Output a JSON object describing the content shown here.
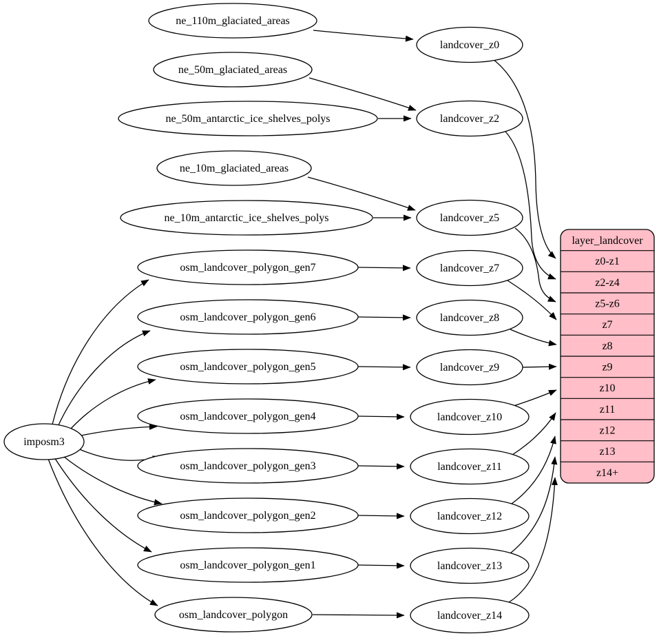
{
  "colors": {
    "node_fill": "#ffffff",
    "table_fill": "#ffbec8",
    "stroke": "#000000",
    "background": "#ffffff"
  },
  "nodes": {
    "importer": {
      "label": "imposm3"
    },
    "sources": [
      {
        "label": "ne_110m_glaciated_areas"
      },
      {
        "label": "ne_50m_glaciated_areas"
      },
      {
        "label": "ne_50m_antarctic_ice_shelves_polys"
      },
      {
        "label": "ne_10m_glaciated_areas"
      },
      {
        "label": "ne_10m_antarctic_ice_shelves_polys"
      },
      {
        "label": "osm_landcover_polygon_gen7"
      },
      {
        "label": "osm_landcover_polygon_gen6"
      },
      {
        "label": "osm_landcover_polygon_gen5"
      },
      {
        "label": "osm_landcover_polygon_gen4"
      },
      {
        "label": "osm_landcover_polygon_gen3"
      },
      {
        "label": "osm_landcover_polygon_gen2"
      },
      {
        "label": "osm_landcover_polygon_gen1"
      },
      {
        "label": "osm_landcover_polygon"
      }
    ],
    "generalized": [
      {
        "label": "landcover_z0"
      },
      {
        "label": "landcover_z2"
      },
      {
        "label": "landcover_z5"
      },
      {
        "label": "landcover_z7"
      },
      {
        "label": "landcover_z8"
      },
      {
        "label": "landcover_z9"
      },
      {
        "label": "landcover_z10"
      },
      {
        "label": "landcover_z11"
      },
      {
        "label": "landcover_z12"
      },
      {
        "label": "landcover_z13"
      },
      {
        "label": "landcover_z14"
      }
    ]
  },
  "table": {
    "title": "layer_landcover",
    "rows": [
      "z0-z1",
      "z2-z4",
      "z5-z6",
      "z7",
      "z8",
      "z9",
      "z10",
      "z11",
      "z12",
      "z13",
      "z14+"
    ]
  },
  "edges": [
    {
      "from": "ne_110m_glaciated_areas",
      "to": "landcover_z0"
    },
    {
      "from": "ne_50m_glaciated_areas",
      "to": "landcover_z2"
    },
    {
      "from": "ne_50m_antarctic_ice_shelves_polys",
      "to": "landcover_z2"
    },
    {
      "from": "ne_10m_glaciated_areas",
      "to": "landcover_z5"
    },
    {
      "from": "ne_10m_antarctic_ice_shelves_polys",
      "to": "landcover_z5"
    },
    {
      "from": "imposm3",
      "to": "osm_landcover_polygon_gen7"
    },
    {
      "from": "imposm3",
      "to": "osm_landcover_polygon_gen6"
    },
    {
      "from": "imposm3",
      "to": "osm_landcover_polygon_gen5"
    },
    {
      "from": "imposm3",
      "to": "osm_landcover_polygon_gen4"
    },
    {
      "from": "imposm3",
      "to": "osm_landcover_polygon_gen3"
    },
    {
      "from": "imposm3",
      "to": "osm_landcover_polygon_gen2"
    },
    {
      "from": "imposm3",
      "to": "osm_landcover_polygon_gen1"
    },
    {
      "from": "imposm3",
      "to": "osm_landcover_polygon"
    },
    {
      "from": "osm_landcover_polygon_gen7",
      "to": "landcover_z7"
    },
    {
      "from": "osm_landcover_polygon_gen6",
      "to": "landcover_z8"
    },
    {
      "from": "osm_landcover_polygon_gen5",
      "to": "landcover_z9"
    },
    {
      "from": "osm_landcover_polygon_gen4",
      "to": "landcover_z10"
    },
    {
      "from": "osm_landcover_polygon_gen3",
      "to": "landcover_z11"
    },
    {
      "from": "osm_landcover_polygon_gen2",
      "to": "landcover_z12"
    },
    {
      "from": "osm_landcover_polygon_gen1",
      "to": "landcover_z13"
    },
    {
      "from": "osm_landcover_polygon",
      "to": "landcover_z14"
    },
    {
      "from": "landcover_z0",
      "to": "layer_landcover.z0-z1"
    },
    {
      "from": "landcover_z2",
      "to": "layer_landcover.z2-z4"
    },
    {
      "from": "landcover_z5",
      "to": "layer_landcover.z5-z6"
    },
    {
      "from": "landcover_z7",
      "to": "layer_landcover.z7"
    },
    {
      "from": "landcover_z8",
      "to": "layer_landcover.z8"
    },
    {
      "from": "landcover_z9",
      "to": "layer_landcover.z9"
    },
    {
      "from": "landcover_z10",
      "to": "layer_landcover.z10"
    },
    {
      "from": "landcover_z11",
      "to": "layer_landcover.z11"
    },
    {
      "from": "landcover_z12",
      "to": "layer_landcover.z12"
    },
    {
      "from": "landcover_z13",
      "to": "layer_landcover.z13"
    },
    {
      "from": "landcover_z14",
      "to": "layer_landcover.z14+"
    }
  ]
}
